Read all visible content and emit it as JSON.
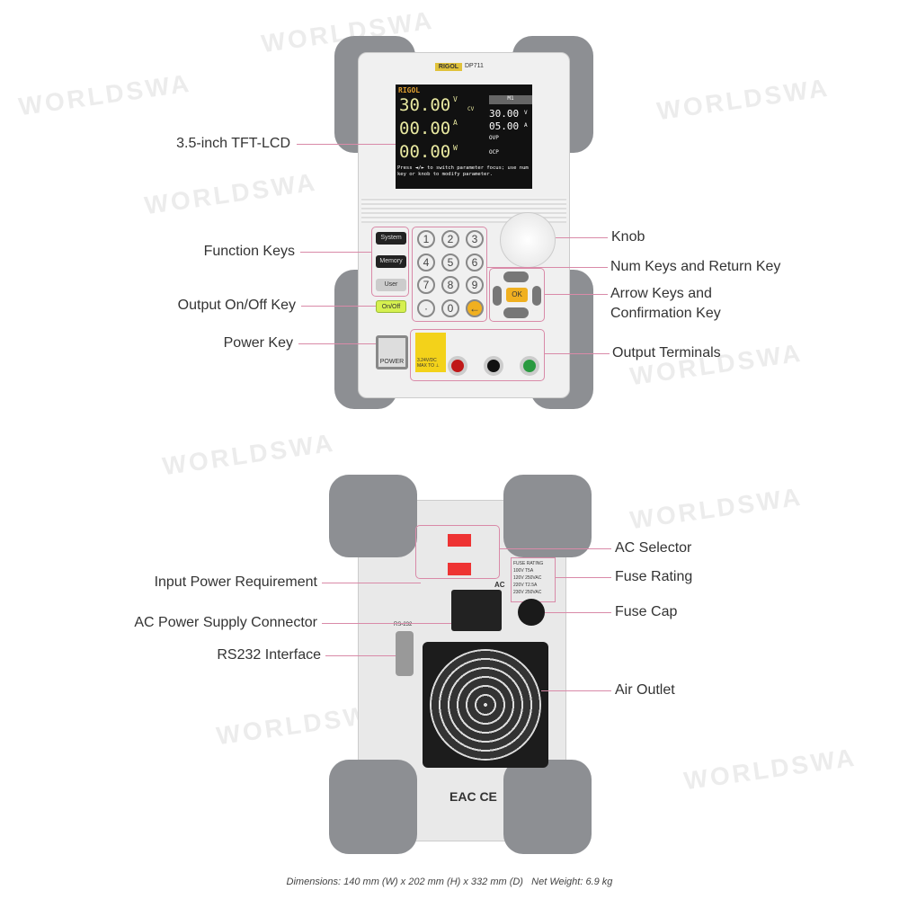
{
  "watermark": "WORLDSWA",
  "front": {
    "brand": "RIGOL",
    "model": "DP711",
    "screen": {
      "brand": "RIGOL",
      "voltage": "30.00",
      "voltage_unit": "V",
      "mode": "CV",
      "current": "00.00",
      "current_unit": "A",
      "power": "00.00",
      "power_unit": "W",
      "tab": "M1",
      "set_voltage": "30.00",
      "set_voltage_unit": "V",
      "set_current": "05.00",
      "set_current_unit": "A",
      "ovp": "OVP",
      "ocp": "OCP",
      "help": "Press ◄/► to switch parameter focus; use num key or knob to modify parameter."
    },
    "keys": {
      "system": "System",
      "memory": "Memory",
      "user": "User",
      "onoff": "On/Off",
      "ok": "OK",
      "power": "POWER",
      "nums": [
        "1",
        "2",
        "3",
        "4",
        "5",
        "6",
        "7",
        "8",
        "9",
        "·",
        "0",
        "←"
      ]
    },
    "warning": "3.24V/DC MAX TO ⊥",
    "labels": {
      "lcd": "3.5-inch TFT-LCD",
      "function_keys": "Function Keys",
      "onoff_key": "Output On/Off Key",
      "power_key": "Power Key",
      "knob": "Knob",
      "num_keys": "Num Keys and Return Key",
      "arrow_keys_1": "Arrow Keys and",
      "arrow_keys_2": "Confirmation Key",
      "output_terminals": "Output Terminals"
    }
  },
  "rear": {
    "ac": "AC",
    "rs232": "RS-232",
    "fuse_table": {
      "title": "FUSE RATING",
      "rows": [
        [
          "100V",
          "T5A"
        ],
        [
          "120V",
          "250VAC"
        ],
        [
          "220V",
          "T2.5A"
        ],
        [
          "230V",
          "250VAC"
        ]
      ]
    },
    "labels": {
      "ac_selector": "AC Selector",
      "fuse_rating": "Fuse Rating",
      "fuse_cap": "Fuse Cap",
      "air_outlet": "Air Outlet",
      "input_power": "Input Power Requirement",
      "ac_connector": "AC Power Supply Connector",
      "rs232": "RS232 Interface"
    },
    "marks": "EAC CE"
  },
  "caption": "Dimensions: 140 mm (W) x 202 mm (H) x 332 mm (D)   Net Weight: 6.9 kg"
}
